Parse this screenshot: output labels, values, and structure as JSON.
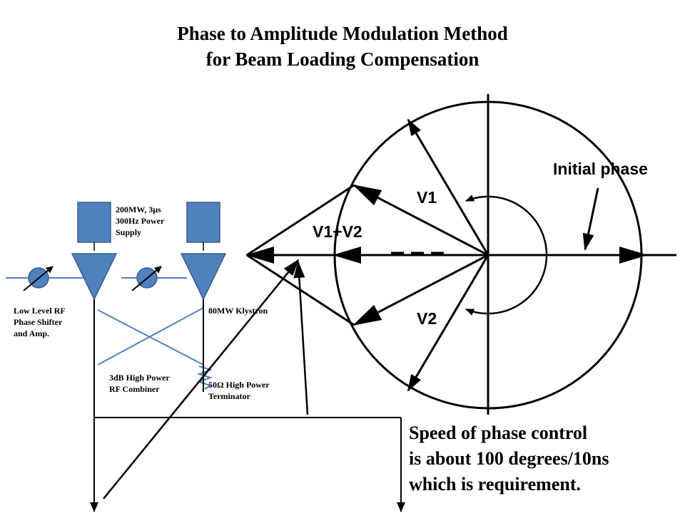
{
  "title": {
    "line1": "Phase to Amplitude Modulation Method",
    "line2": "for Beam Loading Compensation"
  },
  "labels": {
    "power_supply": [
      "200MW, 3μs",
      "300Hz Power",
      "Supply"
    ],
    "low_level_rf": [
      "Low Level RF",
      "Phase Shifter",
      "and Amp."
    ],
    "klystron": "80MW Klystron",
    "combiner": [
      "3dB High Power",
      "RF Combiner"
    ],
    "terminator": [
      "50Ω High Power",
      "Terminator"
    ]
  },
  "phasor": {
    "v1": "V1",
    "v2": "V2",
    "sum": "V1+V2",
    "initial_phase": "Initial phase"
  },
  "note": {
    "line1": "Speed of phase control",
    "line2": "is about 100 degrees/10ns",
    "line3": "which is requirement."
  },
  "colors": {
    "component_fill": "#4f81bd",
    "component_stroke": "#385d8a",
    "wire": "#4f81bd",
    "ink": "#000000"
  }
}
